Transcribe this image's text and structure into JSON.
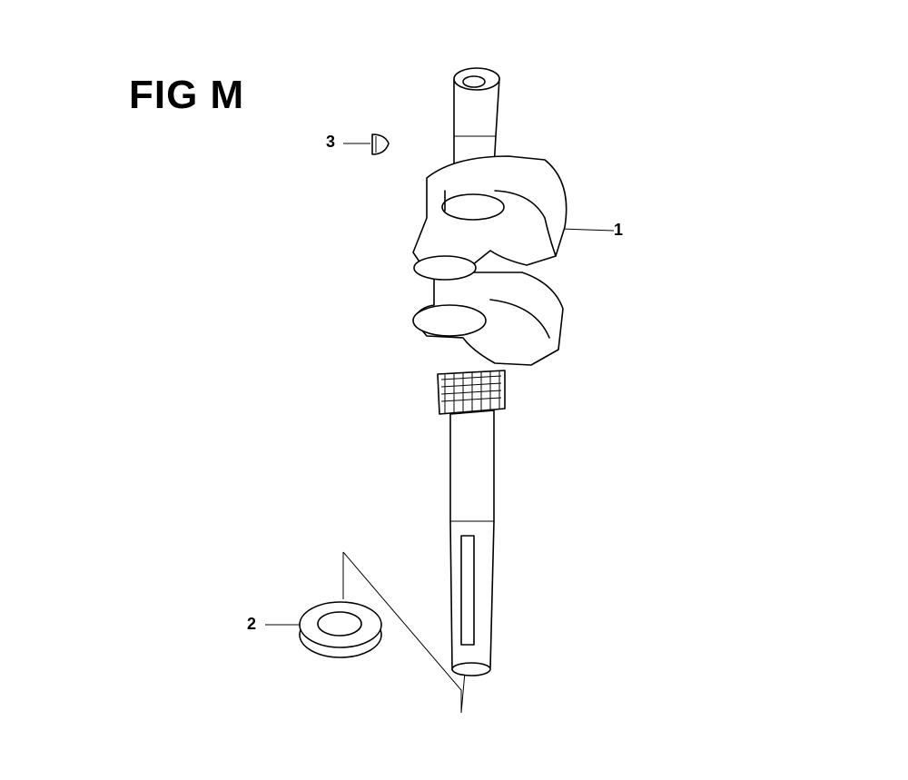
{
  "figure": {
    "title": "FIG M"
  },
  "callouts": {
    "crankshaft": "1",
    "seal": "2",
    "key": "3"
  }
}
